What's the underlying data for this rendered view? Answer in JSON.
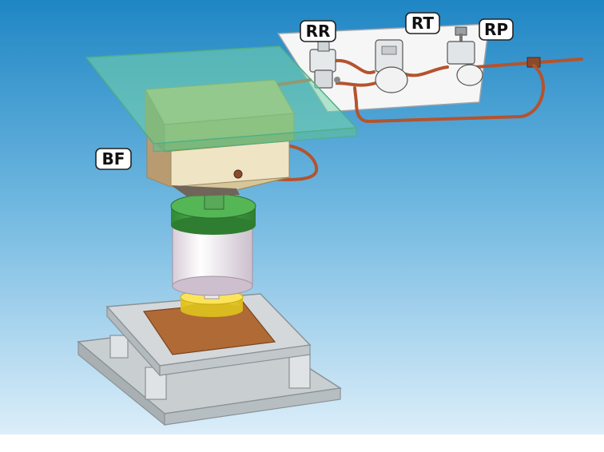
{
  "labels": {
    "rr": "RR",
    "rt": "RT",
    "rp": "RP",
    "bf": "BF"
  },
  "colors": {
    "background_top": "#1f86c4",
    "background_bottom": "#e4f2fb",
    "tubing": "#b5532d",
    "transparent_plate": "#74d3a8",
    "block": "#e8d9b0",
    "cylinder_cap": "#3f9c3f",
    "cylinder_body": "#efe8ee",
    "disc": "#f2d733",
    "base_plate": "#bfc5c8",
    "pad": "#b06a35",
    "panel": "#f4f4f4"
  }
}
